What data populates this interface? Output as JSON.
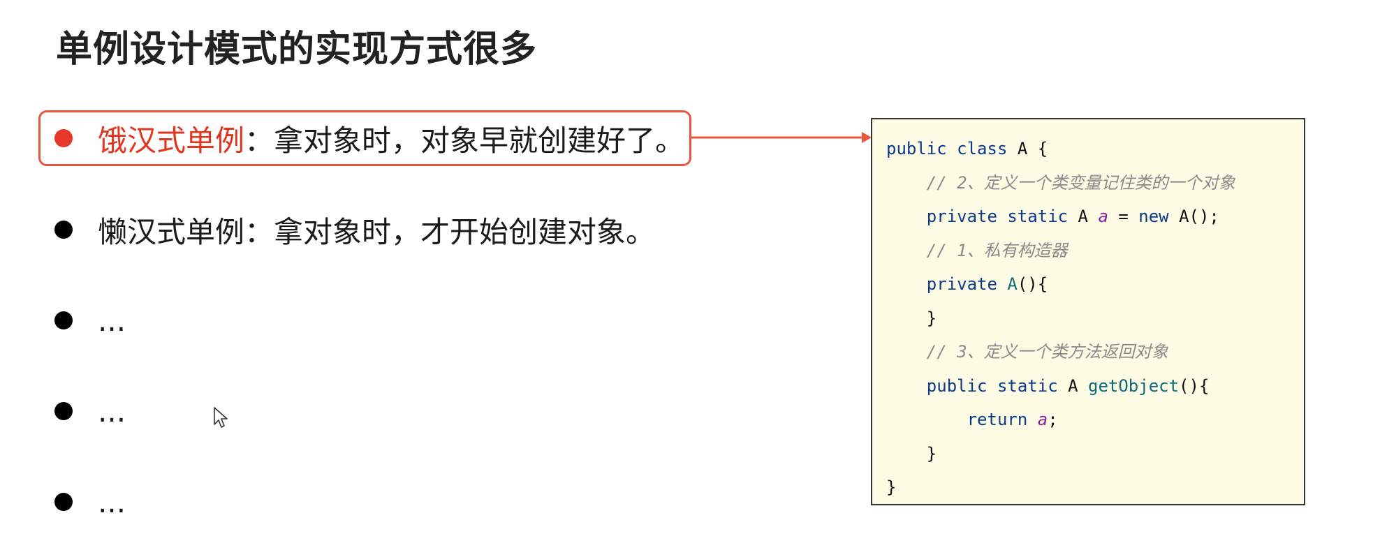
{
  "title": "单例设计模式的实现方式很多",
  "bullets": [
    {
      "term": "饿汉式单例",
      "text": "：拿对象时，对象早就创建好了。"
    },
    {
      "term": "懒汉式单例",
      "text": "：拿对象时，才开始创建对象。"
    },
    {
      "term": "",
      "text": "..."
    },
    {
      "term": "",
      "text": "..."
    },
    {
      "term": "",
      "text": "..."
    }
  ],
  "code": {
    "l1": {
      "kw1": "public class",
      "rest": " A {"
    },
    "l2": {
      "comment": "// 2、定义一个类变量记住类的一个对象"
    },
    "l3": {
      "kw1": "private static",
      "t1": " A ",
      "field": "a",
      "t2": " = ",
      "kw2": "new",
      "t3": " A();"
    },
    "l4": {
      "comment": "// 1、私有构造器"
    },
    "l5": {
      "kw1": "private",
      "method": " A",
      "t1": "(){"
    },
    "l6": {
      "t1": "}"
    },
    "l7": {
      "comment": "// 3、定义一个类方法返回对象"
    },
    "l8": {
      "kw1": "public static",
      "t1": " A ",
      "method": "getObject",
      "t2": "(){"
    },
    "l9": {
      "kw1": "return",
      "t1": " ",
      "field": "a",
      "t2": ";"
    },
    "l10": {
      "t1": "}"
    },
    "l11": {
      "t1": "}"
    }
  },
  "colors": {
    "highlight_border": "#e8563f",
    "highlight_text": "#e0361f",
    "code_background": "#fdfbe3"
  }
}
